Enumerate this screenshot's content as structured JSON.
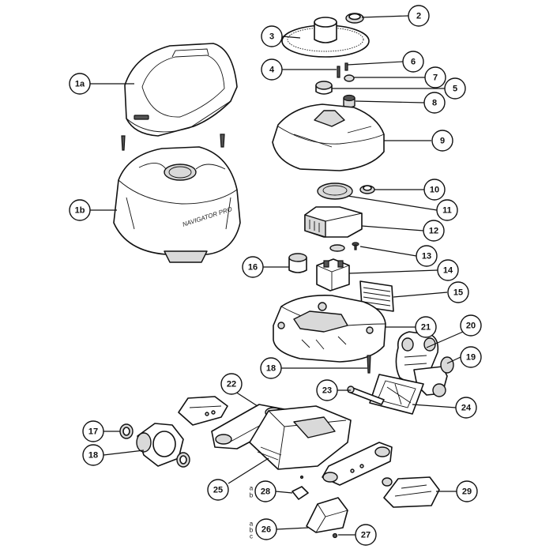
{
  "diagram": {
    "brand_text": "NAVIGATOR PRO",
    "callouts": [
      {
        "id": "c-1a",
        "label": "1a"
      },
      {
        "id": "c-1b",
        "label": "1b"
      },
      {
        "id": "c-2",
        "label": "2"
      },
      {
        "id": "c-3",
        "label": "3"
      },
      {
        "id": "c-4",
        "label": "4"
      },
      {
        "id": "c-5",
        "label": "5"
      },
      {
        "id": "c-6",
        "label": "6"
      },
      {
        "id": "c-7",
        "label": "7"
      },
      {
        "id": "c-8",
        "label": "8"
      },
      {
        "id": "c-9",
        "label": "9"
      },
      {
        "id": "c-10",
        "label": "10"
      },
      {
        "id": "c-11",
        "label": "11"
      },
      {
        "id": "c-12",
        "label": "12"
      },
      {
        "id": "c-13",
        "label": "13"
      },
      {
        "id": "c-14",
        "label": "14"
      },
      {
        "id": "c-15",
        "label": "15"
      },
      {
        "id": "c-16",
        "label": "16"
      },
      {
        "id": "c-17",
        "label": "17"
      },
      {
        "id": "c-18a",
        "label": "18"
      },
      {
        "id": "c-18b",
        "label": "18"
      },
      {
        "id": "c-19",
        "label": "19"
      },
      {
        "id": "c-20",
        "label": "20"
      },
      {
        "id": "c-21",
        "label": "21"
      },
      {
        "id": "c-22",
        "label": "22"
      },
      {
        "id": "c-23",
        "label": "23"
      },
      {
        "id": "c-24",
        "label": "24"
      },
      {
        "id": "c-25",
        "label": "25"
      },
      {
        "id": "c-26",
        "label": "26"
      },
      {
        "id": "c-27",
        "label": "27"
      },
      {
        "id": "c-28",
        "label": "28"
      },
      {
        "id": "c-29",
        "label": "29"
      }
    ],
    "sub_letters": {
      "part_28": [
        "a",
        "b"
      ],
      "part_26": [
        "a",
        "b",
        "c"
      ]
    }
  }
}
